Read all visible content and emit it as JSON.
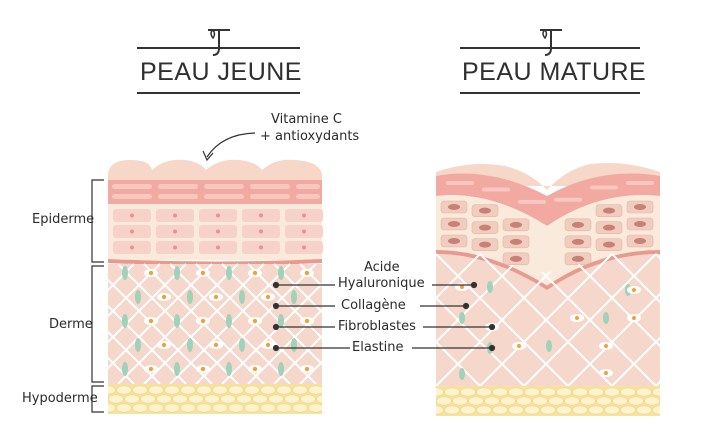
{
  "titles": {
    "young": "PEAU JEUNE",
    "mature": "PEAU MATURE"
  },
  "annotations": {
    "vitamin_line1": "Vitamine C",
    "vitamin_line2": "+ antioxydants"
  },
  "layers": {
    "epidermis": "Epiderme",
    "dermis": "Derme",
    "hypodermis": "Hypoderme"
  },
  "components": {
    "hyaluronic_line1": "Acide",
    "hyaluronic_line2": "Hyaluronique",
    "collagen": "Collagène",
    "fibroblasts": "Fibroblastes",
    "elastin": "Elastine"
  },
  "colors": {
    "skin_pink": "#f6cfc2",
    "dermis_bg": "#f4d4c8",
    "basal_line": "#e99a8f",
    "cell_beige": "#faebd8",
    "cell_pink": "#f4b5ae",
    "elastin_green": "#9fd2b8",
    "fibroblast_orange": "#f0a23a",
    "fat_yellow": "#f7e3a0",
    "mature_cell": "#c98078"
  }
}
